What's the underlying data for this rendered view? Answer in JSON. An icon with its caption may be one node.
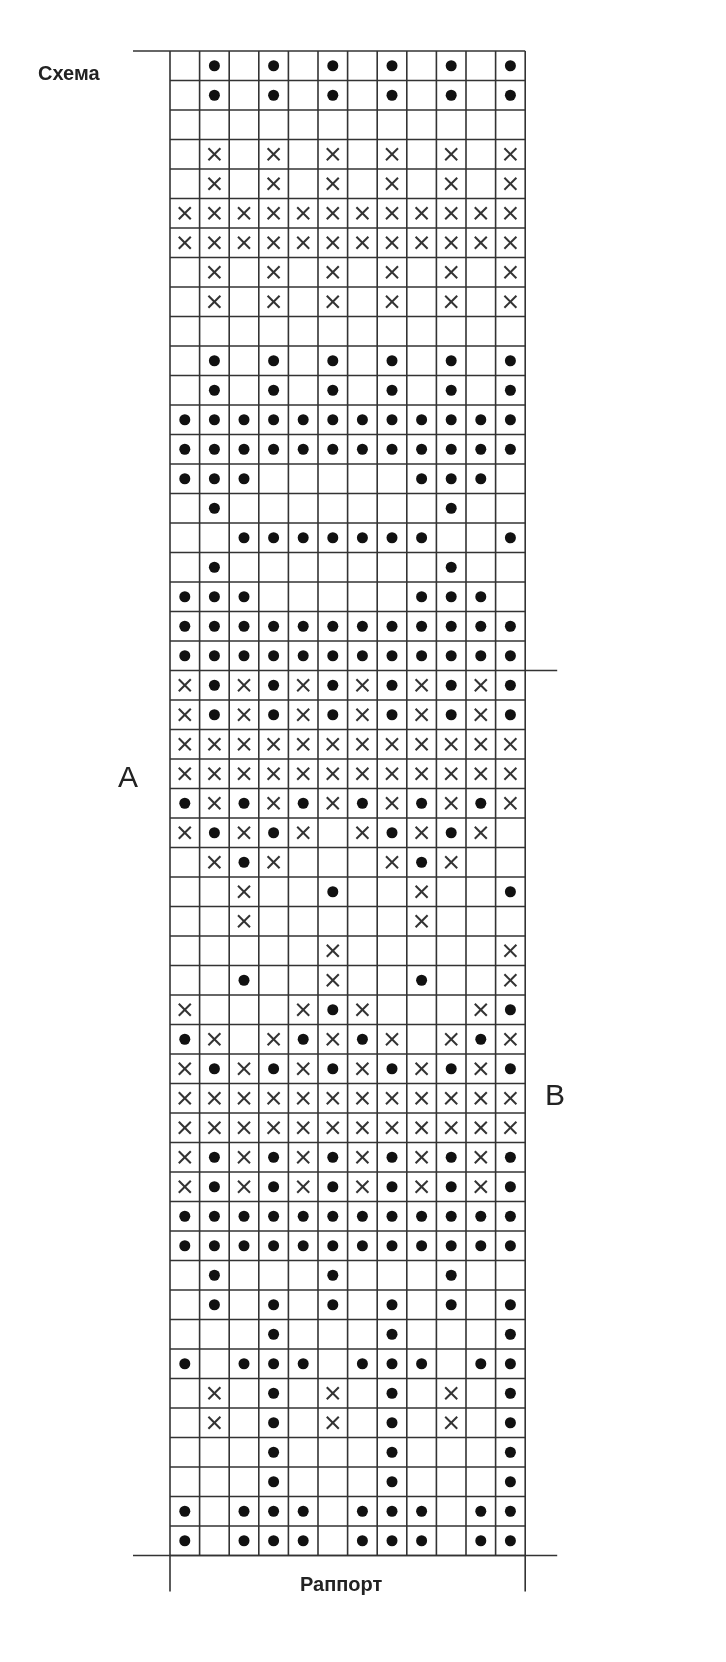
{
  "diagram": {
    "title": "Схема",
    "labels": [
      "A",
      "B",
      "Раппорт"
    ]
  }
}
